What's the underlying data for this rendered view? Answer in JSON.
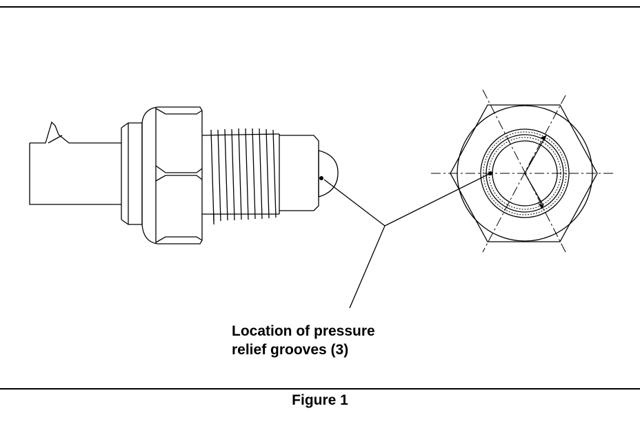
{
  "callout": {
    "line1": "Location of pressure",
    "line2": "relief grooves (3)"
  },
  "caption": "Figure 1",
  "colors": {
    "ink": "#000000",
    "paper": "#ffffff"
  }
}
